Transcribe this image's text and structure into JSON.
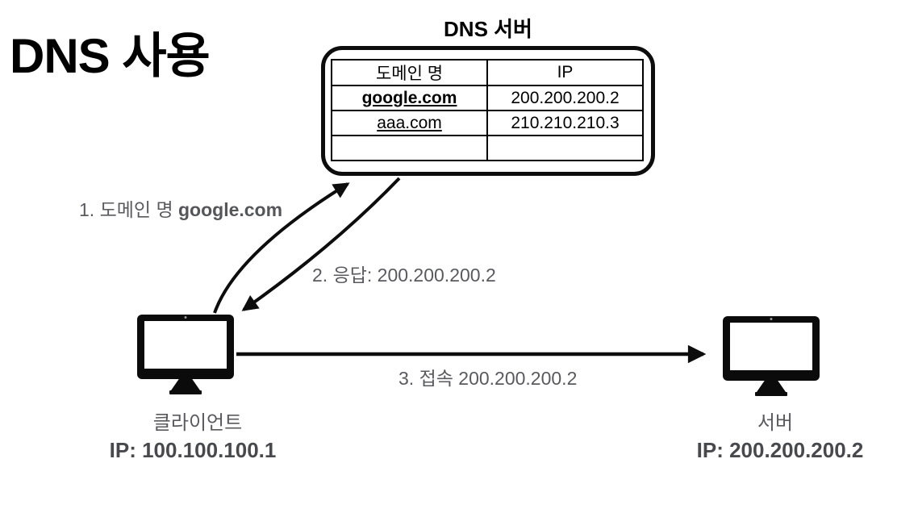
{
  "title": "DNS 사용",
  "dns_server": {
    "caption": "DNS 서버",
    "table": {
      "headers": {
        "domain": "도메인 명",
        "ip": "IP"
      },
      "rows": [
        {
          "domain": "google.com",
          "ip": "200.200.200.2"
        },
        {
          "domain": "aaa.com",
          "ip": "210.210.210.3"
        },
        {
          "domain": "",
          "ip": ""
        }
      ]
    }
  },
  "steps": {
    "request": {
      "prefix": "1. 도메인 명 ",
      "highlight": "google.com"
    },
    "response": "2. 응답: 200.200.200.2",
    "connect": "3. 접속 200.200.200.2"
  },
  "client": {
    "name": "클라이언트",
    "ip": "IP: 100.100.100.1"
  },
  "server": {
    "name": "서버",
    "ip": "IP: 200.200.200.2"
  },
  "colors": {
    "label_gray": "#595a5e",
    "ip_label_gray": "#48494c",
    "line_black": "#0d0d0d",
    "background": "#ffffff"
  }
}
